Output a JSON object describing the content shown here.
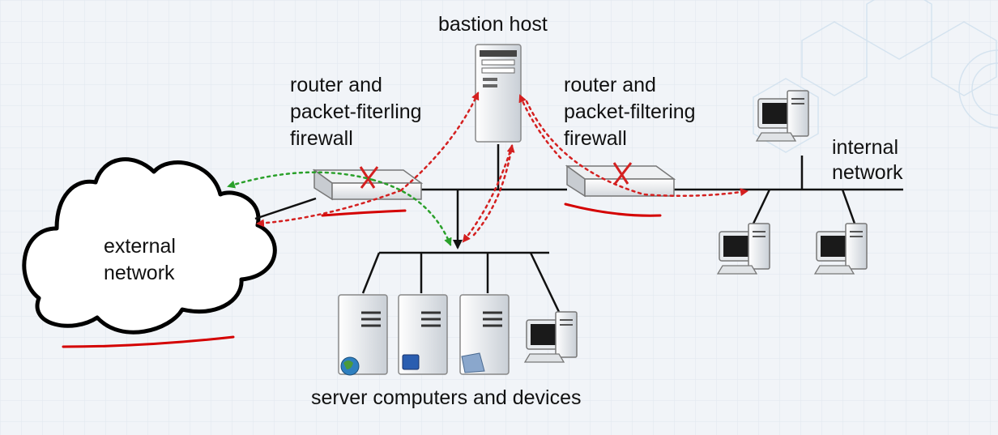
{
  "labels": {
    "bastion_host": "bastion host",
    "left_router": [
      "router and",
      "packet-fiterling",
      "firewall"
    ],
    "right_router": [
      "router and",
      "packet-filtering",
      "firewall"
    ],
    "internal_network": [
      "internal",
      "network"
    ],
    "external_network": [
      "external",
      "network"
    ],
    "servers": "server computers and devices"
  },
  "colors": {
    "line": "#111111",
    "red_flow": "#d42020",
    "green_flow": "#2aa02a",
    "annotation": "#d40000",
    "background": "#f1f4f8"
  }
}
